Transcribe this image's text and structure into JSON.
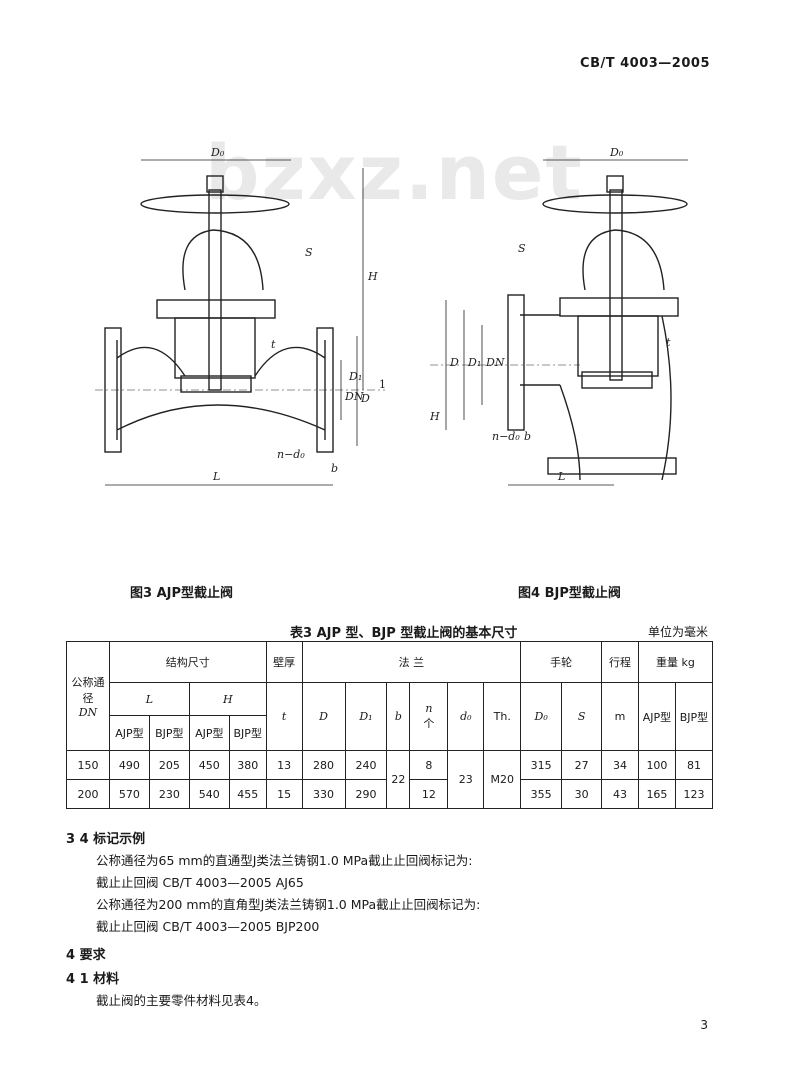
{
  "header": {
    "standard_number": "CB/T 4003—2005"
  },
  "watermark": "bzxz.net",
  "figure3": {
    "caption": "图3  AJP型截止阀",
    "labels": {
      "d0": "D₀",
      "h": "H",
      "s": "S",
      "t": "t",
      "dn": "DN",
      "d1": "D₁",
      "d": "D",
      "n_d0": "n−d₀",
      "b": "b",
      "l": "L",
      "marker": "1"
    }
  },
  "figure4": {
    "caption": "图4  BJP型截止阀",
    "labels": {
      "d0": "D₀",
      "s": "S",
      "d": "D",
      "d1": "D₁",
      "dn": "DN",
      "h": "H",
      "n_d0": "n−d₀",
      "b": "b",
      "l": "L",
      "t": "t"
    }
  },
  "table3": {
    "title": "表3  AJP 型、BJP 型截止阀的基本尺寸",
    "unit": "单位为毫米",
    "headers": {
      "dn": "公称通径",
      "dn_symbol": "DN",
      "structure": "结构尺寸",
      "l": "L",
      "h": "H",
      "ajp": "AJP型",
      "bjp": "BJP型",
      "wall": "壁厚",
      "t": "t",
      "flange": "法          兰",
      "d": "D",
      "d1": "D₁",
      "b": "b",
      "n": "n",
      "n_unit": "个",
      "d0": "d₀",
      "th": "Th.",
      "handwheel": "手轮",
      "d0_wheel": "D₀",
      "s": "S",
      "stroke": "行程",
      "stroke_unit": "m",
      "weight": "重量 kg"
    },
    "rows": [
      {
        "dn": "150",
        "l_ajp": "490",
        "l_bjp": "205",
        "h_ajp": "450",
        "h_bjp": "380",
        "t": "13",
        "d": "280",
        "d1": "240",
        "n": "8",
        "dw": "315",
        "s": "27",
        "stroke": "34",
        "w_ajp": "100",
        "w_bjp": "81"
      },
      {
        "dn": "200",
        "l_ajp": "570",
        "l_bjp": "230",
        "h_ajp": "540",
        "h_bjp": "455",
        "t": "15",
        "d": "330",
        "d1": "290",
        "n": "12",
        "dw": "355",
        "s": "30",
        "stroke": "43",
        "w_ajp": "165",
        "w_bjp": "123"
      }
    ],
    "shared": {
      "b": "22",
      "d0": "23",
      "th": "M20"
    }
  },
  "section_3_4": {
    "heading": "3 4   标记示例",
    "lines": [
      "公称通径为65 mm的直通型J类法兰铸钢1.0 MPa截止止回阀标记为:",
      "截止止回阀   CB/T 4003—2005   AJ65",
      "公称通径为200 mm的直角型J类法兰铸钢1.0 MPa截止止回阀标记为:",
      "截止止回阀   CB/T 4003—2005   BJP200"
    ]
  },
  "section_4": {
    "heading": "4   要求"
  },
  "section_4_1": {
    "heading": "4 1   材料",
    "lines": [
      "截止阀的主要零件材料见表4。"
    ]
  },
  "page_number": "3"
}
